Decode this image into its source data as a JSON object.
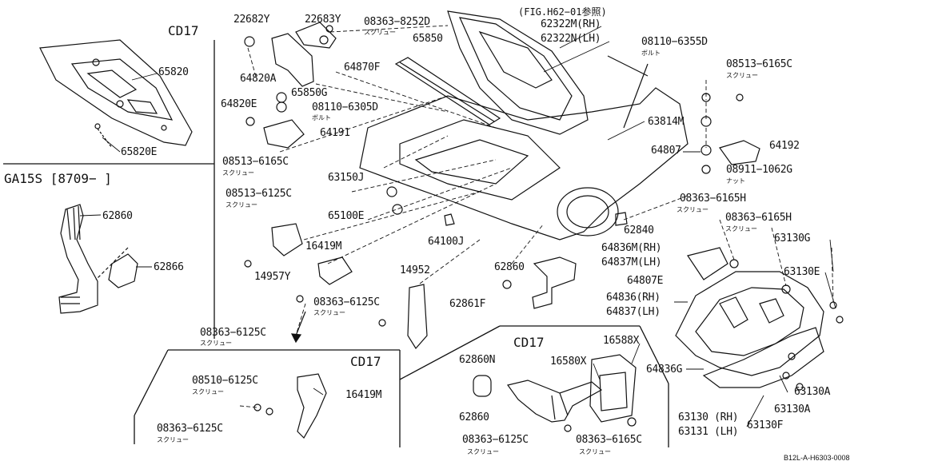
{
  "diagram": {
    "figure_ref": "(FIG.H62−01参照)",
    "drawing_code": "B12L-A-H6303-0008"
  },
  "sections": {
    "cd17_top": "CD17",
    "ga15s": "GA15S [8709−          ]",
    "cd17_mid": "CD17",
    "cd17_bottom": "CD17"
  },
  "notes": {
    "screw": "スクリュー",
    "bolt": "ボルト",
    "nut": "ナット"
  },
  "parts": {
    "p65820": "65820",
    "p65820E": "65820E",
    "p62860_left": "62860",
    "p62866": "62866",
    "p22682Y": "22682Y",
    "p22683Y": "22683Y",
    "p08363_8252D": "08363−8252D",
    "p65850": "65850",
    "p62322M": "62322M(RH)",
    "p62322N": "62322N(LH)",
    "p64870F": "64870F",
    "p64820A": "64820A",
    "p64820E": "64820E",
    "p65850G": "65850G",
    "p08110_6305D": "08110−6305D",
    "p64191": "64191",
    "p08513_6165C_left": "08513−6165C",
    "p63150J": "63150J",
    "p08513_6125C": "08513−6125C",
    "p65100E": "65100E",
    "p64100J": "64100J",
    "p16419M_mid": "16419M",
    "p14957Y": "14957Y",
    "p14952": "14952",
    "p08363_6125C_mid": "08363−6125C",
    "p08363_6125C_left": "08363−6125C",
    "p62860_mid": "62860",
    "p62861F": "62861F",
    "p63814M": "63814M",
    "p08110_6355D": "08110−6355D",
    "p08513_6165C_right": "08513−6165C",
    "p64807": "64807",
    "p64192": "64192",
    "p08911_1062G": "08911−1062G",
    "p08363_6165H_a": "08363−6165H",
    "p08363_6165H_b": "08363−6165H",
    "p62840": "62840",
    "p63130G": "63130G",
    "p64836M": "64836M(RH)",
    "p64837M": "64837M(LH)",
    "p63130E": "63130E",
    "p64807E": "64807E",
    "p64836": "64836(RH)",
    "p64837": "64837(LH)",
    "p64836G": "64836G",
    "p63130A_a": "63130A",
    "p63130A_b": "63130A",
    "p63130": "63130 (RH)",
    "p63131": "63131 (LH)",
    "p63130F": "63130F",
    "p16588X": "16588X",
    "p16580X": "16580X",
    "p62860N": "62860N",
    "p62860_bottom": "62860",
    "p08363_6125C_bottom": "08363−6125C",
    "p08363_6165C_bottom": "08363−6165C",
    "p08510_6125C": "08510−6125C",
    "p16419M_low": "16419M",
    "p08363_6125C_low": "08363−6125C"
  }
}
